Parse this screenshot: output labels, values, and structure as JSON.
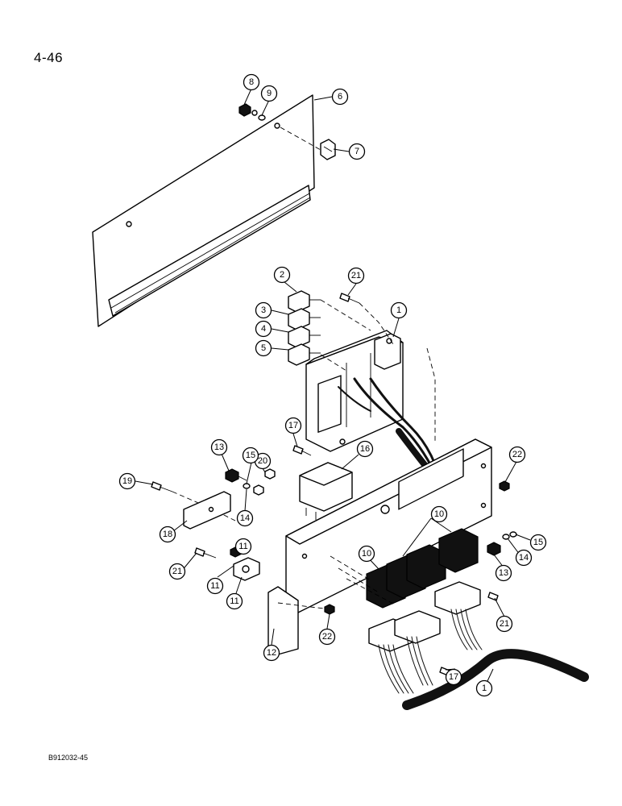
{
  "page": {
    "number": "4-46",
    "figure_code": "B912032-45"
  },
  "callouts": {
    "c1a": "1",
    "c1b": "1",
    "c2": "2",
    "c3": "3",
    "c4": "4",
    "c5": "5",
    "c6": "6",
    "c7": "7",
    "c8": "8",
    "c9": "9",
    "c10a": "10",
    "c10b": "10",
    "c11a": "11",
    "c11b": "11",
    "c11c": "11",
    "c12": "12",
    "c13a": "13",
    "c13b": "13",
    "c14a": "14",
    "c14b": "14",
    "c15a": "15",
    "c15b": "15",
    "c16": "16",
    "c17a": "17",
    "c17b": "17",
    "c18": "18",
    "c19": "19",
    "c20": "20",
    "c21a": "21",
    "c21b": "21",
    "c21c": "21",
    "c22a": "22",
    "c22b": "22"
  }
}
